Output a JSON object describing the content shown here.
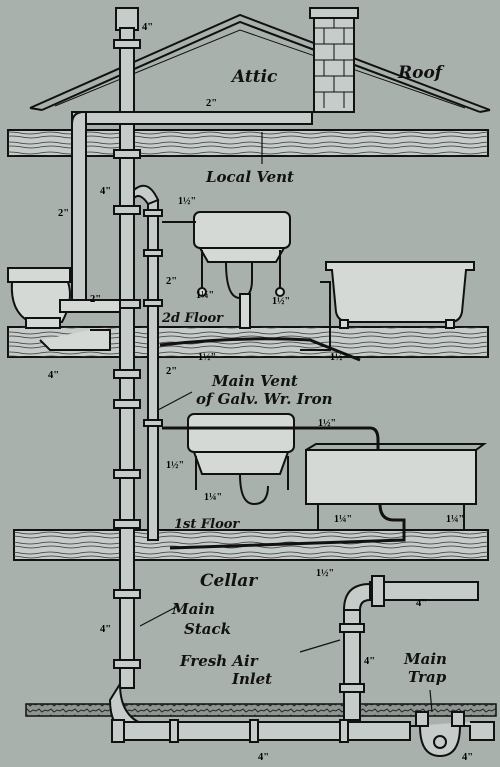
{
  "colors": {
    "background": "#a9b1ad",
    "ink": "#111111",
    "pipe_fill": "#c6ccc9",
    "fixture_fill": "#d4d9d6"
  },
  "labels": {
    "attic": "Attic",
    "roof": "Roof",
    "local_vent": "Local Vent",
    "floor_2": "2d Floor",
    "main_vent_1": "Main Vent",
    "main_vent_2": "of Galv. Wr. Iron",
    "floor_1": "1st Floor",
    "cellar": "Cellar",
    "main_stack_1": "Main",
    "main_stack_2": "Stack",
    "fresh_air_1": "Fresh Air",
    "fresh_air_2": "Inlet",
    "main_trap_1": "Main",
    "main_trap_2": "Trap"
  },
  "sizes": {
    "s4": "4\"",
    "s2": "2\"",
    "s1_5": "1½\"",
    "s1_25": "1¼\""
  }
}
